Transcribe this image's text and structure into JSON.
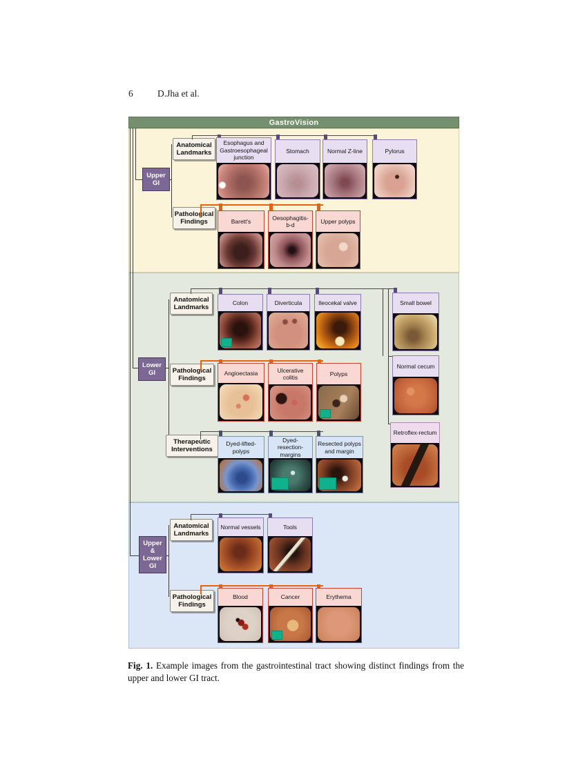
{
  "page": {
    "number": "6",
    "running_header": "D.Jha et al."
  },
  "figure": {
    "title": "GastroVision",
    "caption_label": "Fig. 1.",
    "caption_text": " Example images from the gastrointestinal tract showing distinct findings from the upper and lower GI tract.",
    "sections": [
      {
        "name": "Upper GI",
        "node_lines": [
          "Upper",
          "GI"
        ],
        "rows": [
          {
            "category": "Anatomical Landmarks",
            "cards": [
              {
                "label": "Esophagus and Gastroesophageal junction",
                "img": "esophagus-gej"
              },
              {
                "label": "Stomach",
                "img": "stomach"
              },
              {
                "label": "Normal Z-line",
                "img": "z-line"
              },
              {
                "label": "Pylorus",
                "img": "pylorus"
              }
            ]
          },
          {
            "category": "Pathological Findings",
            "cards": [
              {
                "label": "Barett's",
                "img": "baretts"
              },
              {
                "label": "Oesophagitis-b-d",
                "img": "oesophagitis"
              },
              {
                "label": "Upper polyps",
                "img": "upper-polyps"
              }
            ]
          }
        ]
      },
      {
        "name": "Lower GI",
        "node_lines": [
          "Lower",
          "GI"
        ],
        "rows": [
          {
            "category": "Anatomical Landmarks",
            "cards": [
              {
                "label": "Colon",
                "img": "colon",
                "overlay": "green-box"
              },
              {
                "label": "Diverticula",
                "img": "diverticula"
              },
              {
                "label": "Ileocekal valve",
                "img": "ileocecal-valve"
              }
            ]
          },
          {
            "category": "Pathological Findings",
            "cards": [
              {
                "label": "Angioectasia",
                "img": "angioectasia"
              },
              {
                "label": "Ulcerative colitis",
                "img": "ulcerative-colitis"
              },
              {
                "label": "Polyps",
                "img": "polyps",
                "overlay": "green-box"
              }
            ]
          },
          {
            "category": "Therapeutic Interventions",
            "cards": [
              {
                "label": "Dyed-lifted-polyps",
                "img": "dyed-lifted-polyps"
              },
              {
                "label": "Dyed-resection-margins",
                "img": "dyed-resection-margins",
                "overlay": "green-box-lg"
              },
              {
                "label": "Resected polyps and margin",
                "img": "resected-polyps",
                "overlay": "green-box-lg"
              }
            ]
          }
        ],
        "side_cards": [
          {
            "label": "Small bowel",
            "img": "small-bowel"
          },
          {
            "label": "Normal cecum",
            "img": "normal-cecum"
          },
          {
            "label": "Retroflex-rectum",
            "img": "retroflex-rectum"
          }
        ]
      },
      {
        "name": "Upper & Lower GI",
        "node_lines": [
          "Upper",
          "&",
          "Lower",
          "GI"
        ],
        "rows": [
          {
            "category": "Anatomical Landmarks",
            "cards": [
              {
                "label": "Normal vessels",
                "img": "normal-vessels"
              },
              {
                "label": "Tools",
                "img": "tools"
              }
            ]
          },
          {
            "category": "Pathological Findings",
            "cards": [
              {
                "label": "Blood",
                "img": "blood"
              },
              {
                "label": "Cancer",
                "img": "cancer",
                "overlay": "green-box"
              },
              {
                "label": "Erythema",
                "img": "erythema"
              }
            ]
          }
        ]
      }
    ]
  },
  "colors": {
    "header_bar": "#75906e",
    "upper_section_bg": "#fcf4d8",
    "lower_section_bg": "#e3e9df",
    "combined_section_bg": "#dbe6f6",
    "node_purple": "#7d6795",
    "anatomical_label_bg": "#e7def2",
    "pathological_label_bg": "#f9d8d4",
    "therapeutic_label_bg": "#d8e5f7",
    "pathological_accent": "#e8620c",
    "annotation_green": "#10b28e"
  }
}
